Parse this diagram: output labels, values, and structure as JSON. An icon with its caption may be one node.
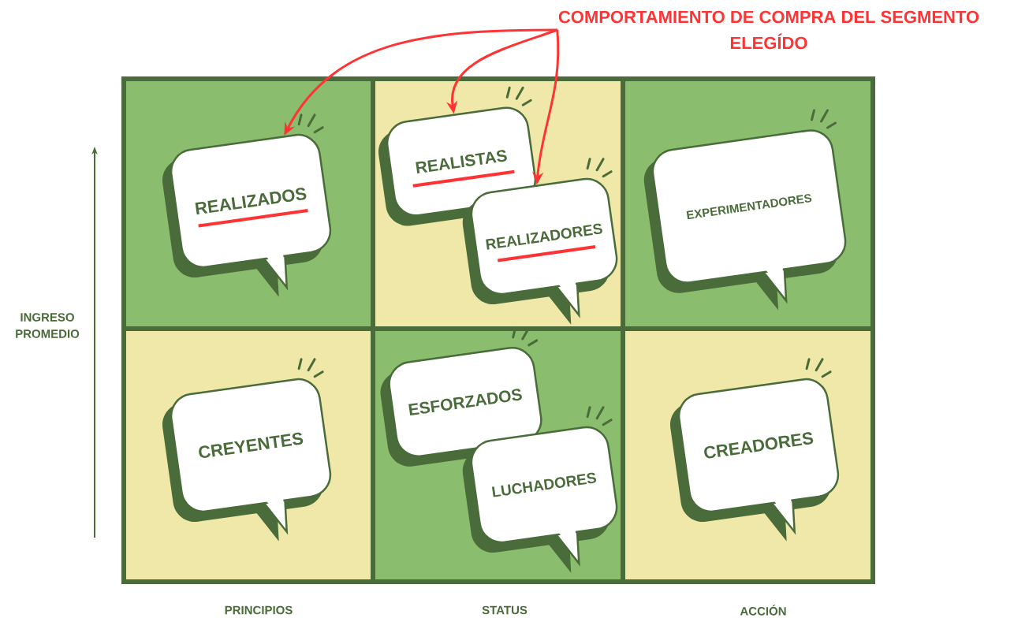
{
  "diagram": {
    "nodes": [
      {
        "text": [
          "COMPORTAMIENTO DE COMPRA DEL SEGMENTO ELEGÍDO"
        ]
      },
      {
        "text": [],
        "shape": "box"
      },
      {
        "text": [
          "REALIZADOS"
        ],
        "in": 1
      },
      {
        "text": [],
        "shape": "box"
      },
      {
        "text": [
          "REALISTAS"
        ],
        "in": 3
      },
      {
        "text": [
          "REALIZADORES"
        ],
        "in": 3
      },
      {
        "text": [],
        "shape": "box"
      },
      {
        "text": [
          "EXPERIMENTADORES"
        ],
        "in": 6
      },
      {
        "text": [],
        "shape": "box"
      },
      {
        "text": [
          "CREYENTES"
        ],
        "in": 8
      },
      {
        "text": [],
        "shape": "box"
      },
      {
        "text": [
          "ESFORZADOS"
        ],
        "in": 10
      },
      {
        "text": [
          "LUCHADORES"
        ],
        "in": 10
      },
      {
        "text": [],
        "shape": "box"
      },
      {
        "text": [
          "CREADORES"
        ],
        "in": 13
      }
    ],
    "edges": [
      {
        "from": 0,
        "to": 2,
        "arrow": "to"
      },
      {
        "from": 0,
        "to": 4,
        "arrow": "to"
      },
      {
        "from": 0,
        "to": 5,
        "arrow": "to"
      }
    ],
    "labels": [
      "INGRESO PROMEDIO",
      "PRINCIPIOS",
      "STATUS",
      "ACCIÓN"
    ]
  }
}
